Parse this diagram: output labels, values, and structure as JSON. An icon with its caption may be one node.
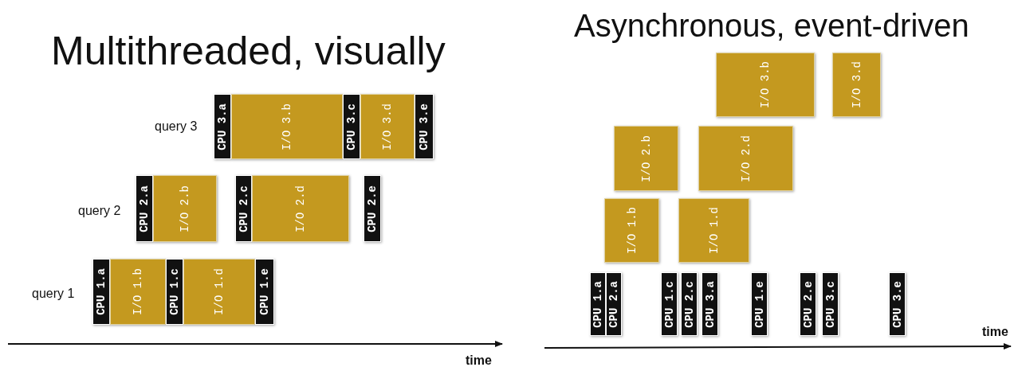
{
  "diagram": {
    "nodes": [
      {
        "text": [
          "CPU 3.a"
        ]
      },
      {
        "text": [
          "I/O 3.b"
        ]
      },
      {
        "text": [
          "CPU 3.c"
        ]
      },
      {
        "text": [
          "I/O 3.d"
        ]
      },
      {
        "text": [
          "CPU 3.e"
        ]
      },
      {
        "text": [
          "CPU 2.a"
        ]
      },
      {
        "text": [
          "I/O 2.b"
        ]
      },
      {
        "text": [
          "CPU 2.c"
        ]
      },
      {
        "text": [
          "I/O 2.d"
        ]
      },
      {
        "text": [
          "CPU 2.e"
        ]
      },
      {
        "text": [
          "CPU 1.a"
        ]
      },
      {
        "text": [
          "I/O 1.b"
        ]
      },
      {
        "text": [
          "CPU 1.c"
        ]
      },
      {
        "text": [
          "I/O 1.d"
        ]
      },
      {
        "text": [
          "CPU 1.e"
        ]
      },
      {
        "text": [
          "I/O 3.b"
        ]
      },
      {
        "text": [
          "I/O 3.d"
        ]
      },
      {
        "text": [
          "I/O 2.b"
        ]
      },
      {
        "text": [
          "I/O 2.d"
        ]
      },
      {
        "text": [
          "I/O 1.b"
        ]
      },
      {
        "text": [
          "I/O 1.d"
        ]
      },
      {
        "text": [
          "CPU 1.a"
        ]
      },
      {
        "text": [
          "CPU 2.a"
        ]
      },
      {
        "text": [
          "CPU 1.c"
        ]
      },
      {
        "text": [
          "CPU 2.c"
        ]
      },
      {
        "text": [
          "CPU 3.a"
        ]
      },
      {
        "text": [
          "CPU 1.e"
        ]
      },
      {
        "text": [
          "CPU 2.e"
        ]
      },
      {
        "text": [
          "CPU 3.c"
        ]
      },
      {
        "text": [
          "CPU 3.e"
        ]
      }
    ],
    "labels": [
      "Multithreaded, visually",
      "Asynchronous, event-driven",
      "query 3",
      "query 2",
      "query 1",
      "time",
      "time"
    ]
  }
}
